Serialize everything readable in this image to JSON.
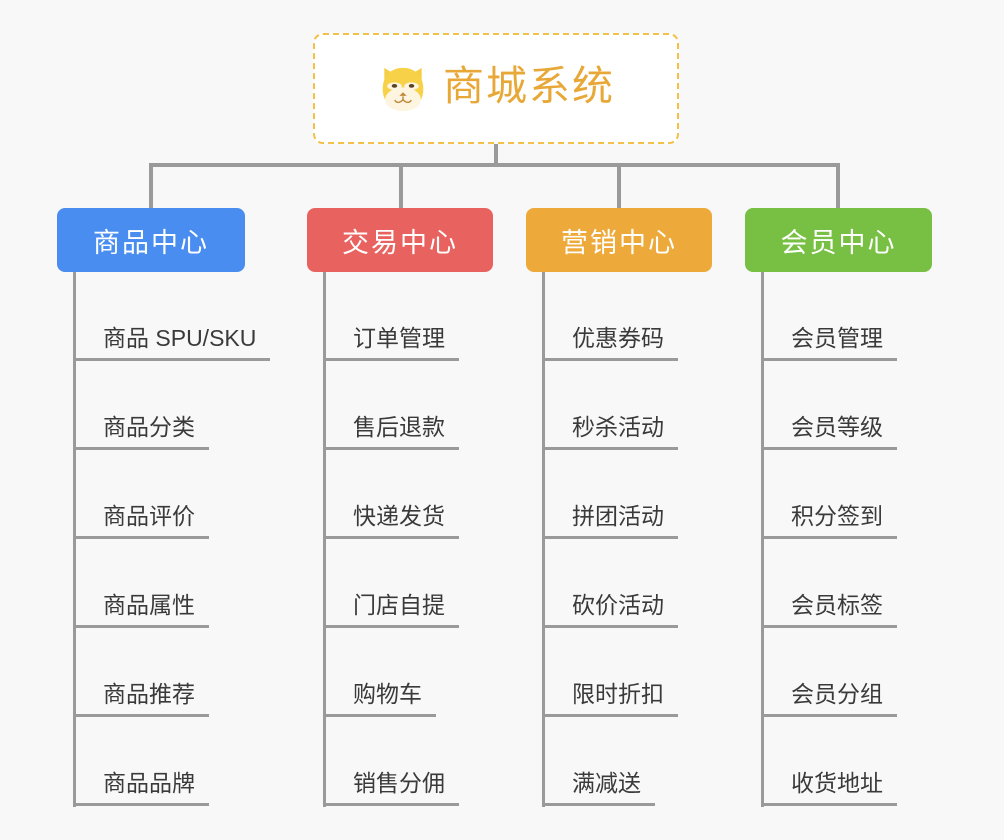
{
  "diagram": {
    "title": "商城系统",
    "background_color": "#f8f8f8",
    "root": {
      "label": "商城系统",
      "icon": "shiba-dog-face-icon",
      "text_color": "#e8a838",
      "border_color": "#f3c04a",
      "border_style": "dashed",
      "background_color": "#ffffff"
    },
    "connector_color": "#9a9a9a",
    "branches": [
      {
        "label": "商品中心",
        "color": "#4a8df0",
        "items": [
          "商品 SPU/SKU",
          "商品分类",
          "商品评价",
          "商品属性",
          "商品推荐",
          "商品品牌"
        ]
      },
      {
        "label": "交易中心",
        "color": "#e8635f",
        "items": [
          "订单管理",
          "售后退款",
          "快递发货",
          "门店自提",
          "购物车",
          "销售分佣"
        ]
      },
      {
        "label": "营销中心",
        "color": "#eda939",
        "items": [
          "优惠券码",
          "秒杀活动",
          "拼团活动",
          "砍价活动",
          "限时折扣",
          "满减送"
        ]
      },
      {
        "label": "会员中心",
        "color": "#77c043",
        "items": [
          "会员管理",
          "会员等级",
          "积分签到",
          "会员标签",
          "会员分组",
          "收货地址"
        ]
      }
    ]
  }
}
